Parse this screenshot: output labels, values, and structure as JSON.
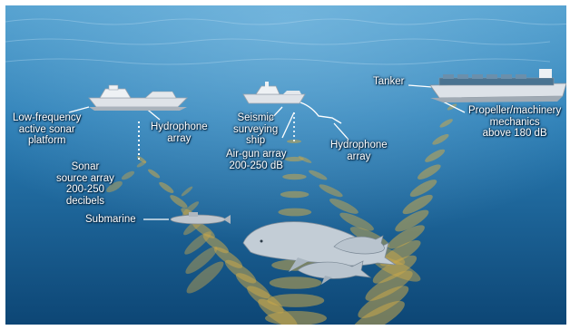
{
  "labels": {
    "tanker": "Tanker",
    "propeller": [
      "Propeller/machinery",
      "mechanics",
      "above 180 dB"
    ],
    "low_freq": [
      "Low-frequency",
      "active sonar",
      "platform"
    ],
    "hydrophone_left": [
      "Hydrophone",
      "array"
    ],
    "seismic": [
      "Seismic",
      "surveying",
      "ship"
    ],
    "airgun": [
      "Air-gun array",
      "200-250 dB"
    ],
    "hydrophone_right": [
      "Hydrophone",
      "array"
    ],
    "sonar_source": [
      "Sonar",
      "source array",
      "200-250",
      "decibels"
    ],
    "submarine": "Submarine"
  },
  "colors": {
    "water_top": "#3d8fc2",
    "water_bottom": "#0f4a7a",
    "sound_wave": "#c9a74a",
    "label_text": "#ffffff",
    "vessel_hull": "#d9dde2"
  },
  "icons": [
    "ship-icon",
    "tanker-icon",
    "submarine-icon",
    "whale-icon",
    "dolphin-icon"
  ]
}
